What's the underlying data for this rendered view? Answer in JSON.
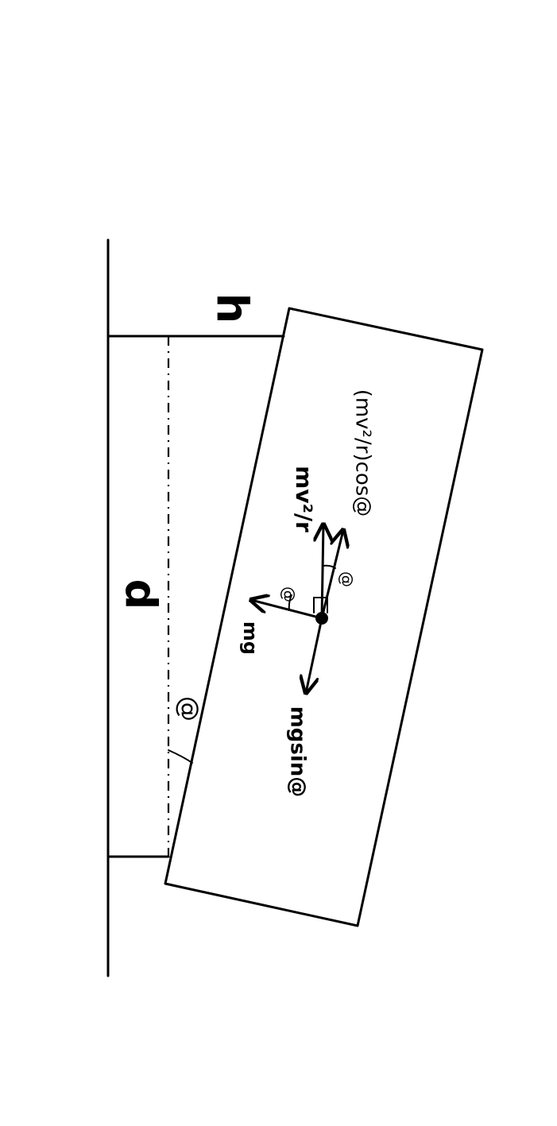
{
  "diagram": {
    "labels": {
      "height": "h",
      "distance": "d",
      "incline_angle": "@",
      "mg_angle": "@",
      "centripetal_angle": "@",
      "weight": "mg",
      "centripetal": "mv²/r",
      "centripetal_component": "(mv²/r)cos@",
      "gravity_component": "mgsin@"
    }
  }
}
